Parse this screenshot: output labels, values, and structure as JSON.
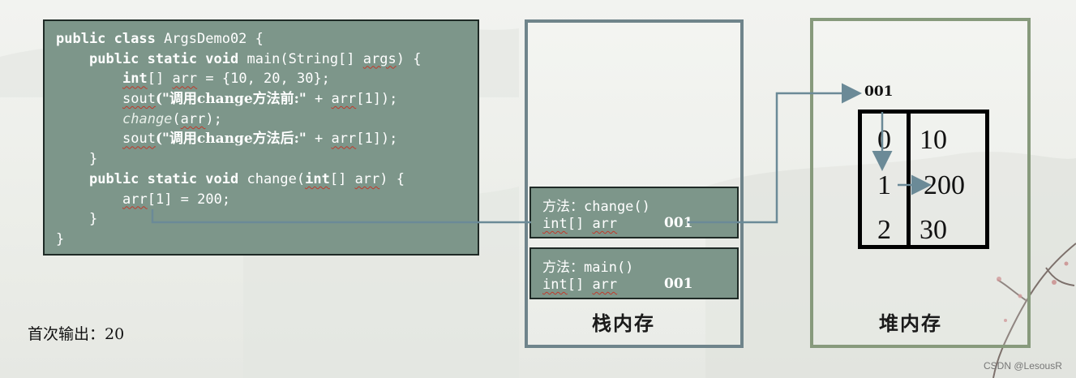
{
  "code": {
    "lines": [
      {
        "indent": 0,
        "segments": [
          {
            "t": "public class ",
            "c": "kw"
          },
          {
            "t": "ArgsDemo02 {",
            "c": ""
          }
        ]
      },
      {
        "indent": 1,
        "segments": [
          {
            "t": "public static void ",
            "c": "kw"
          },
          {
            "t": "main(String[] ",
            "c": ""
          },
          {
            "t": "args",
            "c": "wavy"
          },
          {
            "t": ") {",
            "c": ""
          }
        ]
      },
      {
        "indent": 2,
        "segments": [
          {
            "t": "int",
            "c": "kw wavy"
          },
          {
            "t": "[] ",
            "c": ""
          },
          {
            "t": "arr",
            "c": "wavy"
          },
          {
            "t": " = {10, 20, 30};",
            "c": ""
          }
        ]
      },
      {
        "indent": 2,
        "segments": [
          {
            "t": "sout",
            "c": "wavy"
          },
          {
            "t": "(\"调用change方法前:\"",
            "c": "cn"
          },
          {
            "t": " + ",
            "c": ""
          },
          {
            "t": "arr",
            "c": "wavy"
          },
          {
            "t": "[1]);",
            "c": ""
          }
        ]
      },
      {
        "indent": 2,
        "segments": [
          {
            "t": "change",
            "c": "it"
          },
          {
            "t": "(",
            "c": ""
          },
          {
            "t": "arr",
            "c": "wavy"
          },
          {
            "t": ");",
            "c": ""
          }
        ]
      },
      {
        "indent": 2,
        "segments": [
          {
            "t": "sout",
            "c": "wavy"
          },
          {
            "t": "(\"调用change方法后:\"",
            "c": "cn"
          },
          {
            "t": " + ",
            "c": ""
          },
          {
            "t": "arr",
            "c": "wavy"
          },
          {
            "t": "[1]);",
            "c": ""
          }
        ]
      },
      {
        "indent": 1,
        "segments": [
          {
            "t": "}",
            "c": ""
          }
        ]
      },
      {
        "indent": 1,
        "segments": [
          {
            "t": "public static void ",
            "c": "kw"
          },
          {
            "t": "change(",
            "c": ""
          },
          {
            "t": "int",
            "c": "kw wavy"
          },
          {
            "t": "[] ",
            "c": ""
          },
          {
            "t": "arr",
            "c": "wavy"
          },
          {
            "t": ") {",
            "c": ""
          }
        ]
      },
      {
        "indent": 2,
        "segments": [
          {
            "t": "arr",
            "c": "wavy"
          },
          {
            "t": "[1] = 200;",
            "c": ""
          }
        ]
      },
      {
        "indent": 1,
        "segments": [
          {
            "t": "}",
            "c": ""
          }
        ]
      },
      {
        "indent": 0,
        "segments": [
          {
            "t": "}",
            "c": ""
          }
        ]
      }
    ]
  },
  "stack": {
    "title": "栈内存",
    "frames": [
      {
        "method_line": "方法：change()",
        "var_type": "int",
        "var_rest": "[] ",
        "var_name": "arr",
        "address": "001"
      },
      {
        "method_line": "方法：main()",
        "var_type": "int",
        "var_rest": "[] ",
        "var_name": "arr",
        "address": "001"
      }
    ]
  },
  "heap": {
    "title": "堆内存",
    "address": "001",
    "array": {
      "indices": [
        "0",
        "1",
        "2"
      ],
      "values": [
        "10",
        "200",
        "30"
      ]
    }
  },
  "output": {
    "first": "首次输出：20"
  },
  "watermark": "CSDN @LesousR",
  "colors": {
    "code_bg": "#7d968a",
    "stack_border": "#6f848b",
    "heap_border": "#879a7c",
    "arrow": "#6b8a97"
  }
}
